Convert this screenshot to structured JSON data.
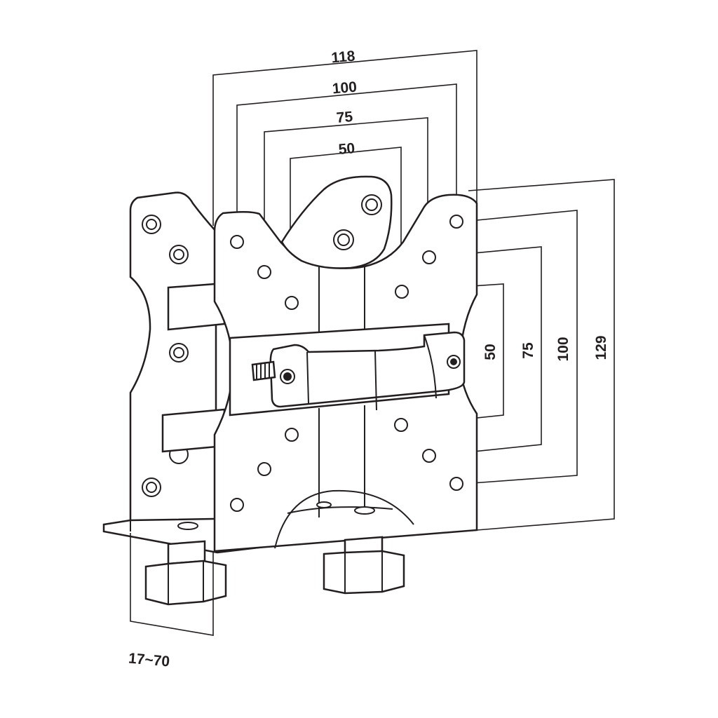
{
  "dimensions": {
    "horizontal": [
      "118",
      "100",
      "75",
      "50"
    ],
    "vertical": [
      "50",
      "75",
      "100",
      "129"
    ],
    "clamp_range": "17~70"
  },
  "colors": {
    "line": "#231f20",
    "background": "#ffffff"
  }
}
